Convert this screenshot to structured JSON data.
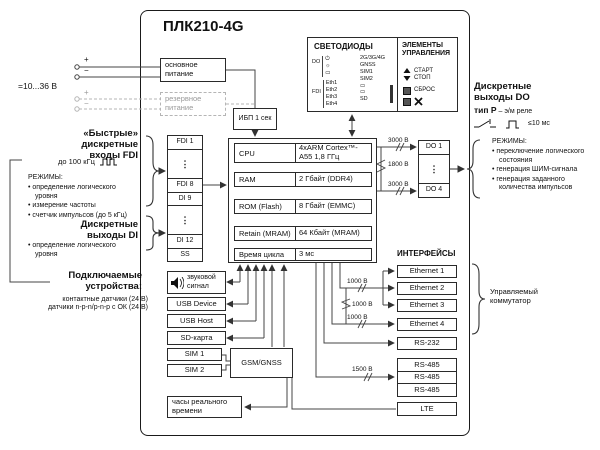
{
  "title": "ПЛК210-4G",
  "power": {
    "voltage": "=10...36 В",
    "plus": "+",
    "minus": "−",
    "main": "основное питание",
    "backup": "резервное питание",
    "ups": "ИБП 1 сек"
  },
  "leds": {
    "title": "СВЕТОДИОДЫ",
    "group_do": "DO",
    "group_fdi": "FDI",
    "do_rows": [
      "⏻",
      "☼",
      "▭"
    ],
    "fdi_rows": [
      "Eth1",
      "Eth2",
      "Eth3",
      "Eth4"
    ],
    "right_rows": [
      "2G/3G/4G",
      "GNSS",
      "SIM1",
      "SIM2",
      "▭",
      "▭",
      "SD"
    ]
  },
  "controls": {
    "title": "ЭЛЕМЕНТЫ УПРАВЛЕНИЯ",
    "start": "СТАРТ",
    "stop": "СТОП",
    "reset": "СБРОС"
  },
  "fdi_info": {
    "heading_line1": "«Быстрые» дискретные",
    "heading_line2": "входы FDI",
    "freq": "до 100 кГц",
    "modes_title": "РЕЖИМЫ:",
    "modes": [
      "определение логического уровня",
      "измерение частоты",
      "счетчик импульсов (до 5 кГц)"
    ]
  },
  "di_info": {
    "heading_line1": "Дискретные",
    "heading_line2": "выходы DI",
    "modes": [
      "определение логического уровня"
    ]
  },
  "devices": {
    "heading_line1": "Подключаемые",
    "heading_line2": "устройства:",
    "items": [
      "контактные датчики (24 В)",
      "датчики n-p-n/p-n-p с ОК (24 В)"
    ]
  },
  "io_block": {
    "fdi_first": "FDI 1",
    "fdi_last": "FDI 8",
    "di_first": "DI 9",
    "di_last": "DI 12",
    "ss": "SS",
    "dots": "⋮"
  },
  "cpu": {
    "rows": [
      {
        "label": "CPU",
        "value": "4xARM Cortex™-A55 1,8 ГГц"
      },
      {
        "label": "RAM",
        "value": "2 Гбайт (DDR4)"
      },
      {
        "label": "ROM (Flash)",
        "value": "8 Гбайт (EMMC)"
      },
      {
        "label": "Retain (MRAM)",
        "value": "64 Кбайт (MRAM)"
      },
      {
        "label": "Время цикла",
        "value": "3 мс"
      }
    ]
  },
  "do_block": {
    "top": "DO 1",
    "dots": "⋮",
    "bottom": "DO 4"
  },
  "do_info": {
    "heading_line1": "Дискретные",
    "heading_line2": "выходы DO",
    "type_bold": "тип Р",
    "type_rest": "– э/м реле",
    "time": "≤10 мс",
    "modes_title": "РЕЖИМЫ:",
    "modes": [
      "переключение логического состояния",
      "генерация ШИМ-сигнала",
      "генерация заданного количества импульсов"
    ]
  },
  "isolation": {
    "v3000": "3000 В",
    "v1800": "1800 В",
    "v1000": "1000 В",
    "v1500": "1500 В"
  },
  "interfaces": {
    "title": "ИНТЕРФЕЙСЫ",
    "ethernet": [
      "Ethernet 1",
      "Ethernet 2",
      "Ethernet 3",
      "Ethernet 4"
    ],
    "rs232": "RS-232",
    "rs485": [
      "RS-485",
      "RS-485",
      "RS-485"
    ],
    "lte": "LTE",
    "switch_label_line1": "Управляемый",
    "switch_label_line2": "коммутатор"
  },
  "peripherals": {
    "sound_line1": "звуковой",
    "sound_line2": "сигнал",
    "usb_device": "USB Device",
    "usb_host": "USB Host",
    "sd": "SD-карта",
    "sim1": "SIM 1",
    "sim2": "SIM 2",
    "gsm": "GSM/GNSS",
    "rtc": "часы реального времени"
  }
}
